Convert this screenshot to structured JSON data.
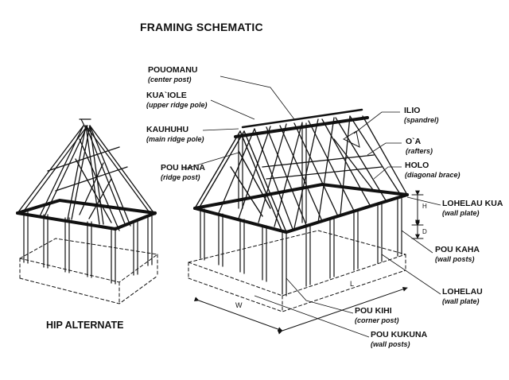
{
  "title": "FRAMING SCHEMATIC",
  "hip_caption": "HIP ALTERNATE",
  "dimensions": {
    "width": "W",
    "length": "L",
    "height": "H",
    "depth": "D"
  },
  "labels": {
    "pouomanu": {
      "name": "POUOMANU",
      "desc": "(center post)"
    },
    "kuaiole": {
      "name": "KUA`IOLE",
      "desc": "(upper ridge pole)"
    },
    "kauhuhu": {
      "name": "KAUHUHU",
      "desc": "(main ridge pole)"
    },
    "pou_hana": {
      "name": "POU HANA",
      "desc": "(ridge post)"
    },
    "ilio": {
      "name": "ILIO",
      "desc": "(spandrel)"
    },
    "oa": {
      "name": "O`A",
      "desc": "(rafters)"
    },
    "holo": {
      "name": "HOLO",
      "desc": "(diagonal brace)"
    },
    "lohelau_kua": {
      "name": "LOHELAU KUA",
      "desc": "(wall plate)"
    },
    "pou_kaha": {
      "name": "POU KAHA",
      "desc": "(wall posts)"
    },
    "lohelau": {
      "name": "LOHELAU",
      "desc": "(wall plate)"
    },
    "pou_kihi": {
      "name": "POU KIHI",
      "desc": "(corner post)"
    },
    "pou_kukuna": {
      "name": "POU KUKUNA",
      "desc": "(wall posts)"
    }
  }
}
